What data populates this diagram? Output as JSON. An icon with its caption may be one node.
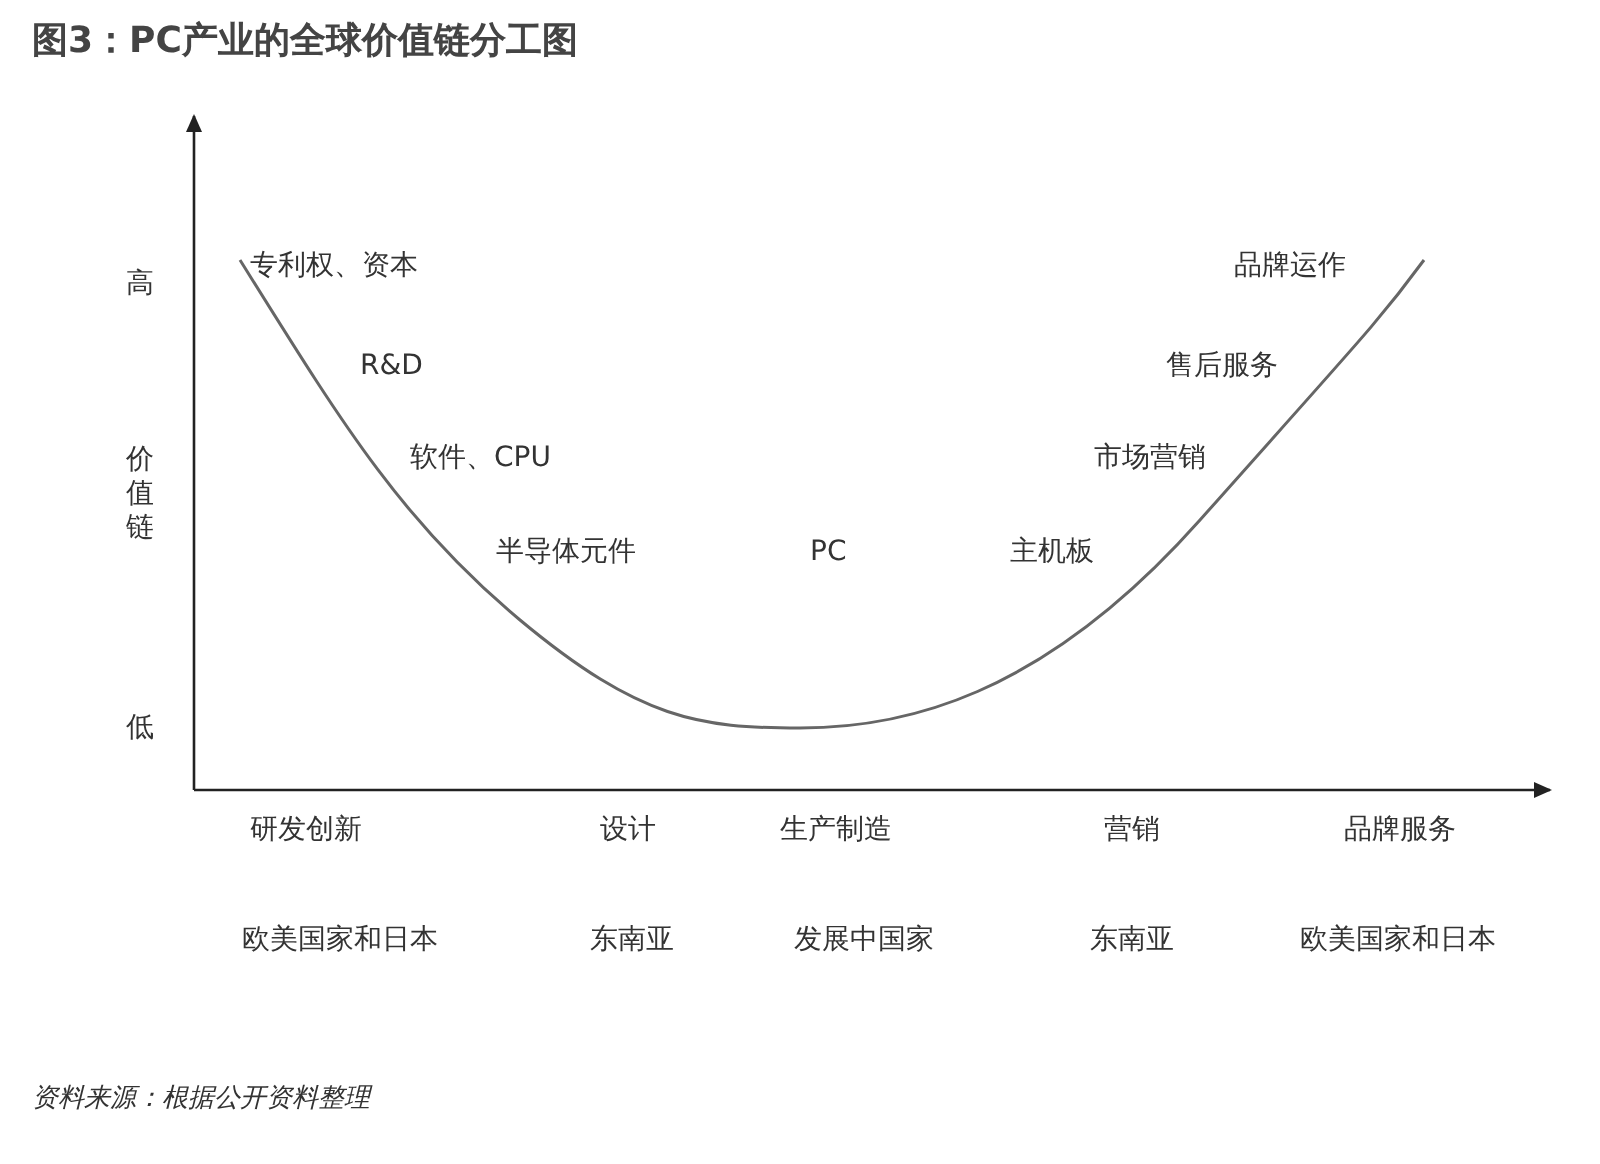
{
  "diagram": {
    "title": "图3：PC产业的全球价值链分工图",
    "caption": "资料来源：根据公开资料整理",
    "labels": [
      "专利权、资本",
      "品牌运作",
      "高",
      "R&D",
      "售后服务",
      "软件、CPU",
      "市场营销",
      "价值链",
      "半导体元件",
      "PC",
      "主机板",
      "低",
      "研发创新",
      "设计",
      "生产制造",
      "营销",
      "品牌服务",
      "欧美国家和日本",
      "东南亚",
      "发展中国家",
      "东南亚",
      "欧美国家和日本"
    ]
  }
}
